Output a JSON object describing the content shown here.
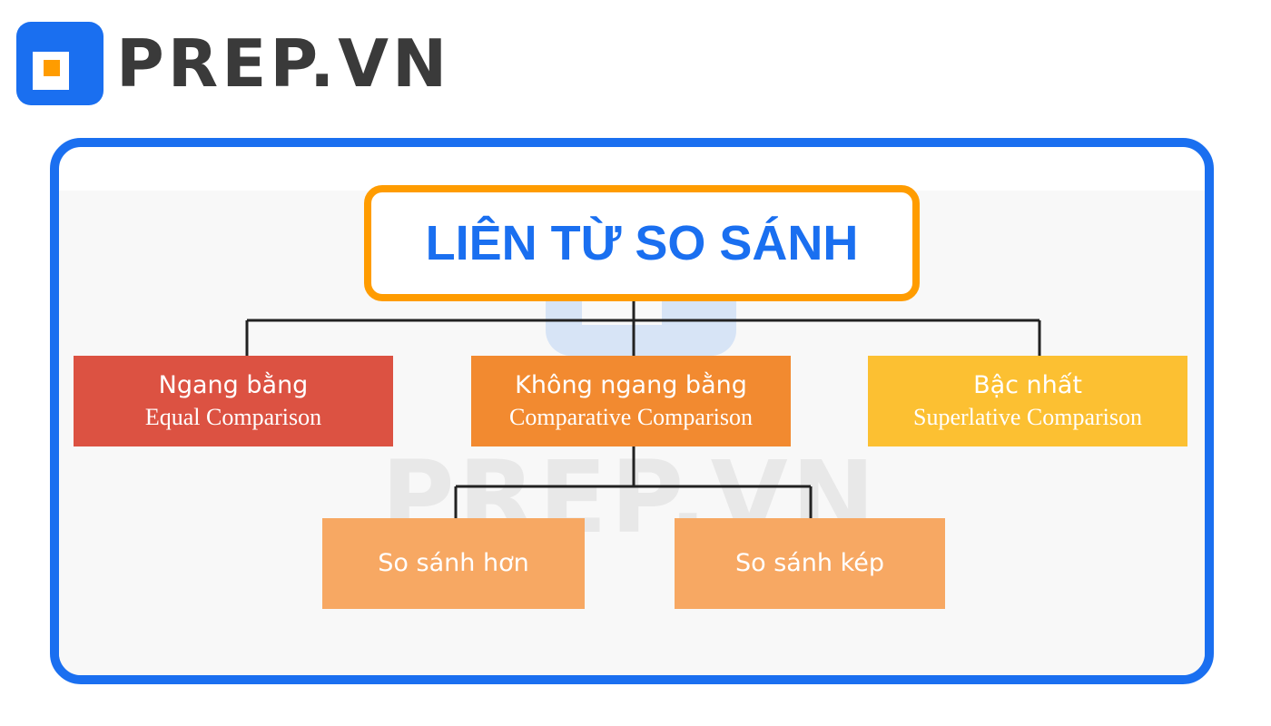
{
  "brand": {
    "name": "PREP.VN",
    "watermark": "PREP.VN"
  },
  "colors": {
    "brand_blue": "#1a6ff0",
    "brand_orange": "#ff9c00",
    "equal_red": "#dc5242",
    "comparative_orange": "#f28a30",
    "superlative_yellow": "#fcc032",
    "sub_orange": "#f7a863",
    "connector": "#222222"
  },
  "diagram": {
    "title": "LIÊN TỪ SO SÁNH",
    "categories": [
      {
        "title": "Ngang bằng",
        "subtitle": "Equal Comparison"
      },
      {
        "title": "Không ngang bằng",
        "subtitle": "Comparative Comparison"
      },
      {
        "title": "Bậc nhất",
        "subtitle": "Superlative Comparison"
      }
    ],
    "subcategories": [
      {
        "title": "So sánh hơn"
      },
      {
        "title": "So sánh kép"
      }
    ]
  },
  "icons": {
    "logo": "prep-logo-icon",
    "watermark": "prep-watermark-icon"
  }
}
